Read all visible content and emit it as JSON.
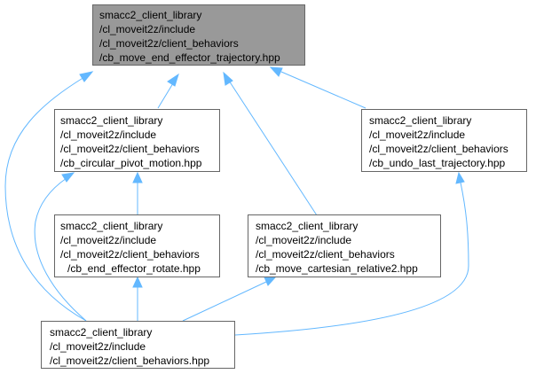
{
  "colors": {
    "edge": "#63b8ff",
    "node_border": "#666666",
    "node_fill": "#ffffff",
    "root_fill": "#999999"
  },
  "nodes": [
    {
      "id": "root",
      "lines": [
        "smacc2_client_library",
        "/cl_moveit2z/include",
        "/cl_moveit2z/client_behaviors",
        "/cb_move_end_effector_trajectory.hpp"
      ]
    },
    {
      "id": "circular",
      "lines": [
        "smacc2_client_library",
        "/cl_moveit2z/include",
        "/cl_moveit2z/client_behaviors",
        "/cb_circular_pivot_motion.hpp"
      ]
    },
    {
      "id": "undo",
      "lines": [
        "smacc2_client_library",
        "/cl_moveit2z/include",
        "/cl_moveit2z/client_behaviors",
        "/cb_undo_last_trajectory.hpp"
      ]
    },
    {
      "id": "rotate",
      "lines": [
        "smacc2_client_library",
        "/cl_moveit2z/include",
        "/cl_moveit2z/client_behaviors",
        "/cb_end_effector_rotate.hpp"
      ]
    },
    {
      "id": "cartesian",
      "lines": [
        "smacc2_client_library",
        "/cl_moveit2z/include",
        "/cl_moveit2z/client_behaviors",
        "/cb_move_cartesian_relative2.hpp"
      ]
    },
    {
      "id": "behaviors",
      "lines": [
        "smacc2_client_library",
        "/cl_moveit2z/include",
        "/cl_moveit2z/client_behaviors.hpp"
      ]
    }
  ],
  "edges": [
    {
      "from": "circular",
      "to": "root"
    },
    {
      "from": "undo",
      "to": "root"
    },
    {
      "from": "cartesian",
      "to": "root"
    },
    {
      "from": "behaviors",
      "to": "root"
    },
    {
      "from": "rotate",
      "to": "circular"
    },
    {
      "from": "behaviors",
      "to": "circular"
    },
    {
      "from": "behaviors",
      "to": "undo"
    },
    {
      "from": "behaviors",
      "to": "rotate"
    },
    {
      "from": "behaviors",
      "to": "cartesian"
    }
  ]
}
